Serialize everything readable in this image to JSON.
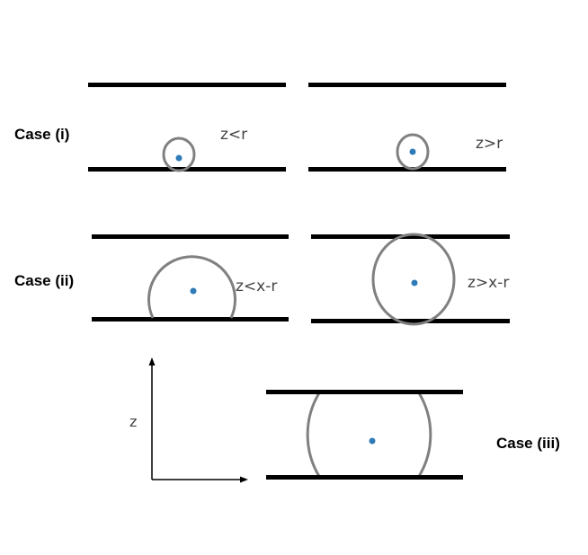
{
  "cases": {
    "case1": "Case (i)",
    "case2": "Case (ii)",
    "case3": "Case (iii)"
  },
  "conditions": {
    "z_less_r": "z<r",
    "z_greater_r": "z>r",
    "z_less_x_minus_r": "z<x-r",
    "z_greater_x_minus_r": "z>x-r"
  },
  "axis": {
    "vertical_label": "z"
  },
  "colors": {
    "wall": "#000000",
    "sphere_outline": "#808080",
    "center_dot": "#2e7bb8",
    "axis": "#000000"
  }
}
